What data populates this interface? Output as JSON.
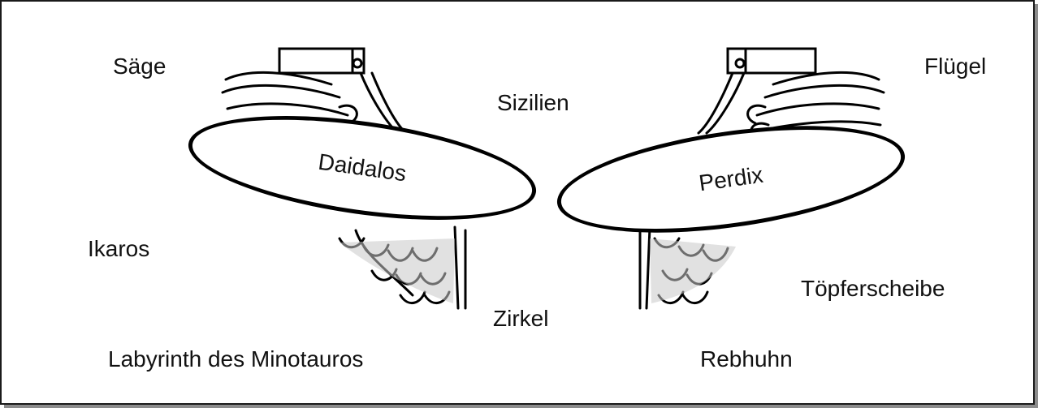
{
  "words": {
    "saege": "Säge",
    "sizilien": "Sizilien",
    "fluegel": "Flügel",
    "ikaros": "Ikaros",
    "toepferscheibe": "Töpferscheibe",
    "zirkel": "Zirkel",
    "labyrinth": "Labyrinth des Minotauros",
    "rebhuhn": "Rebhuhn"
  },
  "ovals": {
    "left": "Daidalos",
    "right": "Perdix"
  },
  "colors": {
    "border": "#1a1a1a",
    "shadow": "#8c8c8c",
    "ink": "#000000",
    "feather_shade": "#c8c8c8"
  }
}
